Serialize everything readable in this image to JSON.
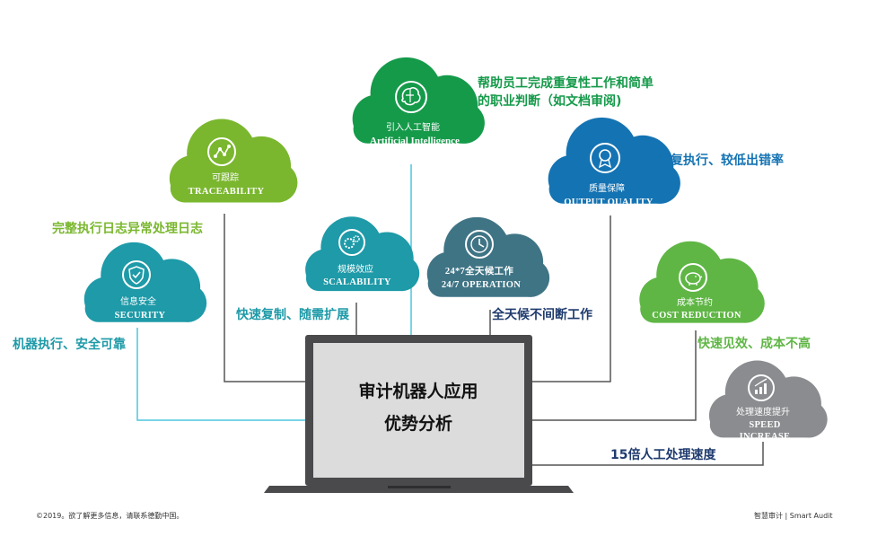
{
  "colors": {
    "green": "#5fb645",
    "green_dark": "#159a4a",
    "teal": "#1e9aa8",
    "blue": "#1473b3",
    "slate": "#3f7485",
    "gray": "#8a8c8f",
    "lime": "#7ab72e",
    "cyan_line": "#4ec6dd",
    "navy_text": "#1f3b6e"
  },
  "clouds": {
    "ai": {
      "cn": "引入人工智能",
      "en": "Artificial Intelligence",
      "icon": "brain-icon"
    },
    "traceability": {
      "cn": "可跟踪",
      "en": "TRACEABILITY",
      "icon": "share-nodes-icon"
    },
    "quality": {
      "cn": "质量保障",
      "en": "OUTPUT QUALITY",
      "icon": "award-ribbon-icon"
    },
    "scalability": {
      "cn": "规模效应",
      "en": "SCALABILITY",
      "icon": "gears-icon"
    },
    "operation": {
      "cn": "24*7全天候工作",
      "en": "24/7 OPERATION",
      "icon": "clock-icon"
    },
    "security": {
      "cn": "信息安全",
      "en": "SECURITY",
      "icon": "shield-check-icon"
    },
    "cost": {
      "cn": "成本节约",
      "en": "COST REDUCTION",
      "icon": "piggy-bank-icon"
    },
    "speed": {
      "cn": "处理速度提升",
      "en": "SPEED INCREASE",
      "en_line1": "SPEED",
      "en_line2": "INCREASE",
      "icon": "bar-chart-icon"
    }
  },
  "annotations": {
    "ai_line1": "帮助员工完成重复性工作和简单",
    "ai_line2": "的职业判断（如文档审阅)",
    "quality": "重复执行、较低出错率",
    "traceability": "完整执行日志异常处理日志",
    "scalability": "快速复制、随需扩展",
    "operation": "全天候不间断工作",
    "security": "机器执行、安全可靠",
    "cost": "快速见效、成本不高",
    "speed": "15倍人工处理速度"
  },
  "laptop": {
    "line1": "审计机器人应用",
    "line2": "优势分析"
  },
  "footer": {
    "left": "©2019。欲了解更多信息，请联系德勤中国。",
    "right": "智慧审计 | Smart Audit"
  }
}
